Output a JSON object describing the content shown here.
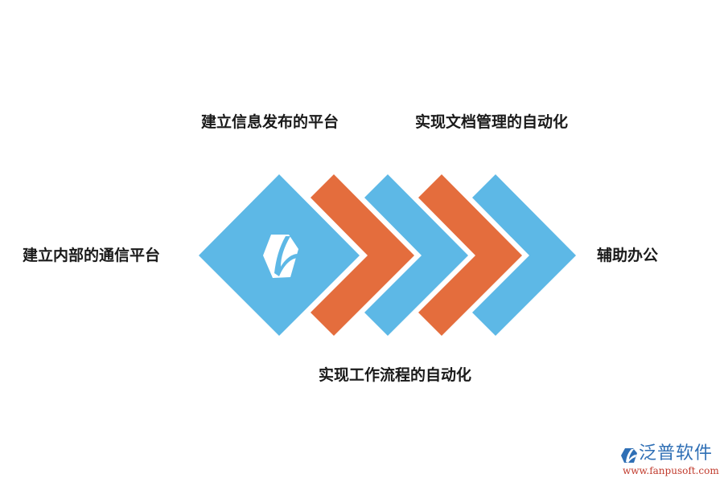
{
  "diagram": {
    "colors": {
      "blue": "#5DB8E6",
      "orange": "#E46D3D",
      "text": "#1a1a1a"
    },
    "labels": {
      "left": "建立内部的通信平台",
      "top_1": "建立信息发布的平台",
      "top_2": "实现文档管理的自动化",
      "bottom": "实现工作流程的自动化",
      "right": "辅助办公"
    },
    "center_icon": "leaf-hexagon-icon"
  },
  "watermark": {
    "name": "泛普软件",
    "url": "www.fanpusoft.com"
  }
}
